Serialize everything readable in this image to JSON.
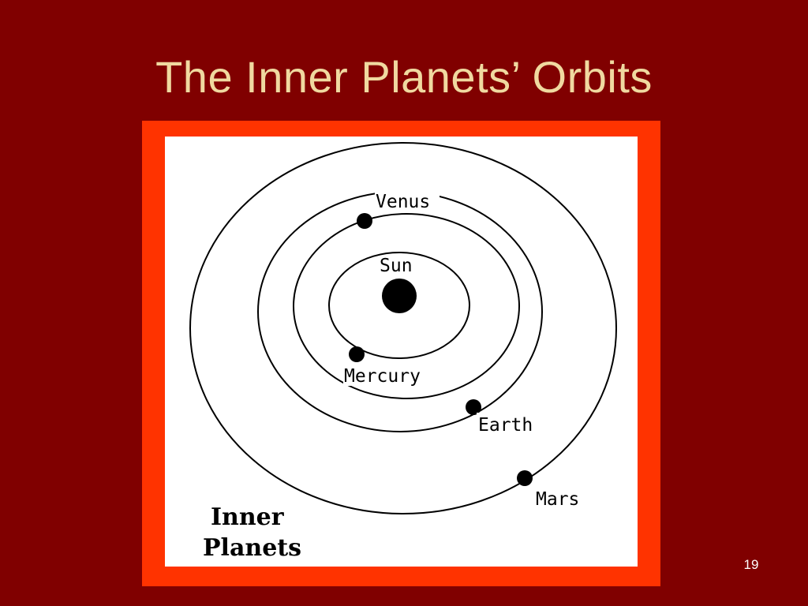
{
  "slide": {
    "title": "The Inner Planets’ Orbits",
    "page_number": "19"
  },
  "diagram": {
    "legend_line1": "Inner",
    "legend_line2": "Planets",
    "bodies": {
      "sun": "Sun",
      "mercury": "Mercury",
      "venus": "Venus",
      "earth": "Earth",
      "mars": "Mars"
    }
  },
  "colors": {
    "background": "#800000",
    "title": "#f0d9a0",
    "frame": "#ff3300",
    "panel": "#ffffff"
  }
}
